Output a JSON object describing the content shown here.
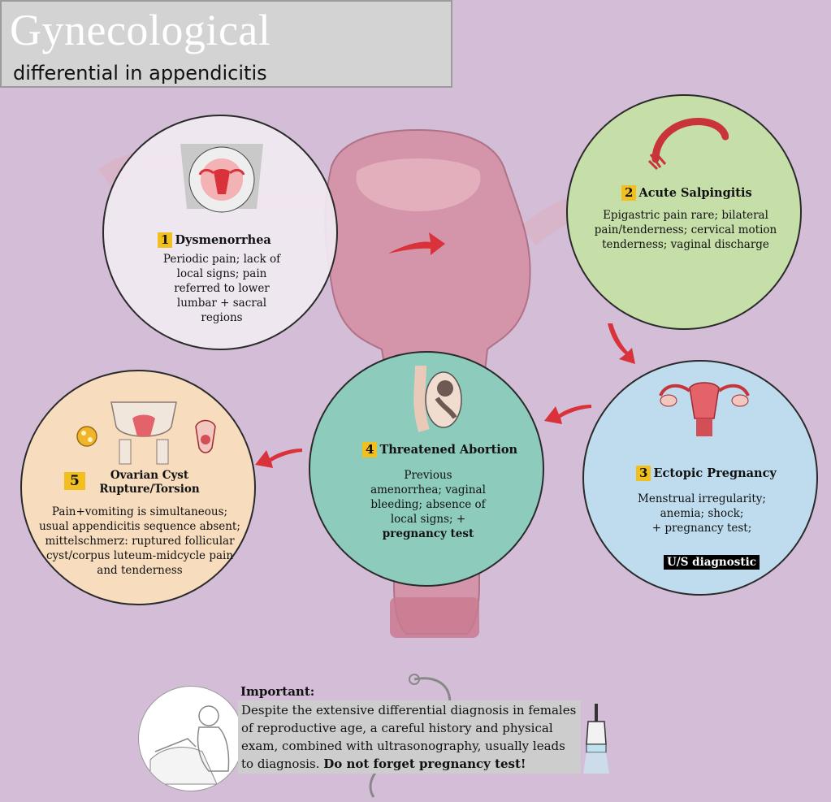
{
  "title": {
    "main": "Gynecological",
    "sub": "differential in appendicitis"
  },
  "colors": {
    "background": "#d3bdd7",
    "uterus": "#d58fa3",
    "arrow": "#d9323a",
    "number_badge": "#f1c01e",
    "circle_1": "#ede6ee",
    "circle_2": "#c6dea8",
    "circle_3": "#bfdcee",
    "circle_4": "#8dcbbd",
    "circle_5": "#f7dcbe"
  },
  "items": [
    {
      "number": "1",
      "title": "Dysmenorrhea",
      "lines": [
        "Periodic pain; lack of",
        "local signs; pain",
        "referred to lower",
        "lumbar + sacral",
        "regions"
      ],
      "icon": "pelvis-uterus-pain-icon"
    },
    {
      "number": "2",
      "title": "Acute Salpingitis",
      "lines": [
        "Epigastric pain rare; bilateral",
        "pain/tenderness; cervical motion",
        "tenderness; vaginal discharge"
      ],
      "icon": "fallopian-tube-icon"
    },
    {
      "number": "3",
      "title": "Ectopic Pregnancy",
      "lines": [
        "Menstrual irregularity;",
        "anemia; shock;",
        "+ pregnancy test;"
      ],
      "highlight": "U/S diagnostic",
      "icon": "uterus-ovaries-icon"
    },
    {
      "number": "4",
      "title": "Threatened Abortion",
      "lines": [
        "Previous",
        "amenorrhea; vaginal",
        "bleeding; absence of",
        "local signs; +"
      ],
      "bold_line": "pregnancy test",
      "icon": "fetus-icon"
    },
    {
      "number": "5",
      "title_lines": [
        "Ovarian Cyst",
        "Rupture/Torsion"
      ],
      "lines": [
        "Pain+vomiting is simultaneous;",
        "usual appendicitis sequence absent;",
        "mittelschmerz: ruptured follicular",
        "cyst/corpus luteum-midcycle pain",
        "and tenderness"
      ],
      "icon": "pelvis-ovary-icon"
    }
  ],
  "important": {
    "heading": "Important:",
    "body": "Despite the extensive differential diagnosis in females of reproductive age, a careful history and physical exam, combined with ultrasonography, usually leads to diagnosis.",
    "emphasis": "Do not forget pregnancy test!"
  }
}
